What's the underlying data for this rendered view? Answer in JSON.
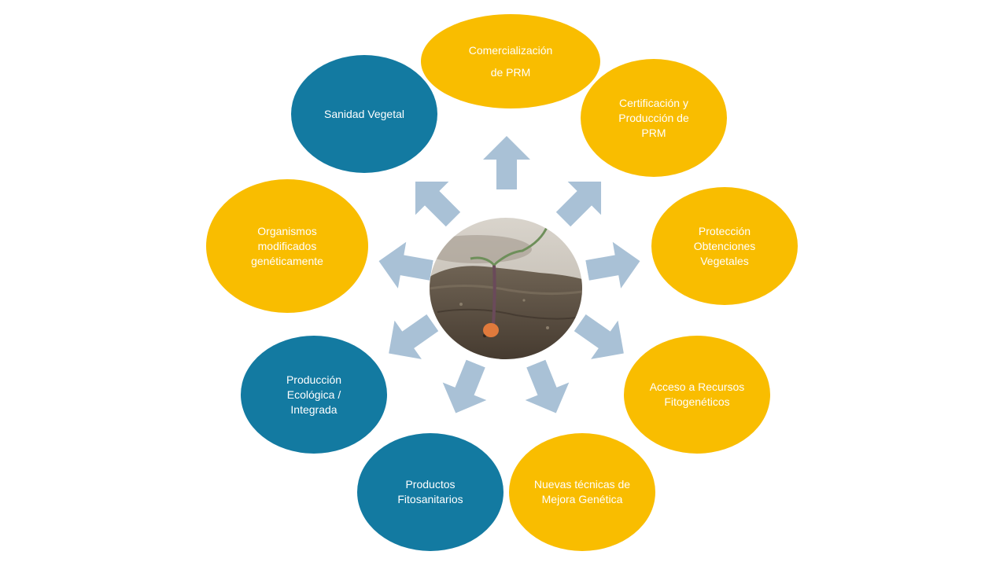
{
  "nodes": {
    "comercializacion": "Comercialización\nde PRM",
    "certificacion": "Certificación y\nProducción de\nPRM",
    "proteccion": "Protección\nObtenciones\nVegetales",
    "acceso": "Acceso a Recursos\nFitogenéticos",
    "nuevas": "Nuevas técnicas de\nMejora Genética",
    "productos": "Productos\nFitosanitarios",
    "produccion": "Producción\nEcológica /\nIntegrada",
    "organismos": "Organismos\nmodificados\ngenéticamente",
    "sanidad": "Sanidad Vegetal"
  },
  "colors": {
    "yellow": "#f9bd00",
    "blue": "#137aa1",
    "arrow": "#a9c1d6"
  },
  "center_image": "seedling-sprouting-from-soil"
}
